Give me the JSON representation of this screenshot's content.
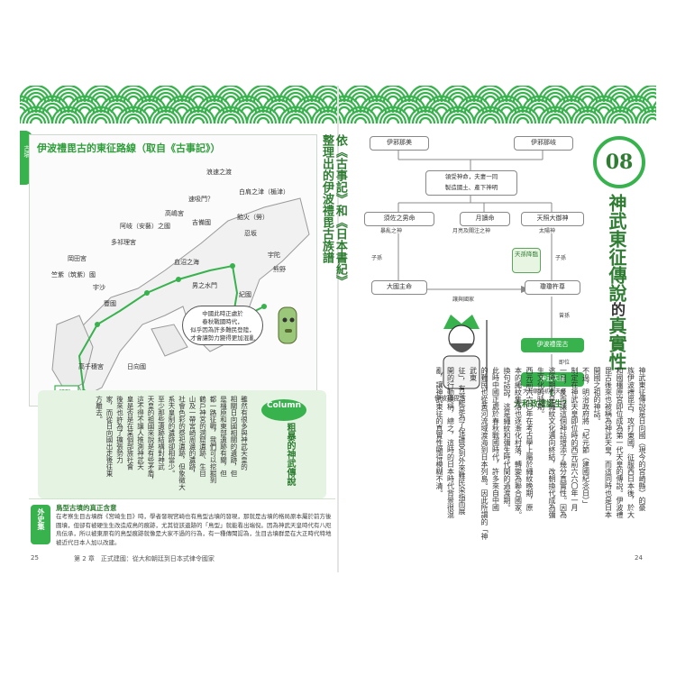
{
  "left_page": {
    "chapter_tab": "古墳",
    "map": {
      "title": "伊波禮毘古的東征路線（取自《古事記》）",
      "labels": [
        {
          "id": "naniwa",
          "text": "浪速之渡"
        },
        {
          "id": "shirakata",
          "text": "白肩之津（楯津）"
        },
        {
          "id": "kusaka",
          "text": "速吸門？"
        },
        {
          "id": "takashima",
          "text": "高嶋宮"
        },
        {
          "id": "kibi",
          "text": "吉備國"
        },
        {
          "id": "aki",
          "text": "阿岐（安藝）之國"
        },
        {
          "id": "ikoma",
          "text": "飴火（勞）"
        },
        {
          "id": "oshisaka",
          "text": "忍坂"
        },
        {
          "id": "taketo",
          "text": "多祁理宮"
        },
        {
          "id": "uda",
          "text": "宇陀"
        },
        {
          "id": "okada",
          "text": "岡田宮"
        },
        {
          "id": "chinu",
          "text": "血沼之海"
        },
        {
          "id": "kumano",
          "text": "熊野"
        },
        {
          "id": "tsukushi",
          "text": "竺紫（筑紫）國"
        },
        {
          "id": "usa",
          "text": "宇沙"
        },
        {
          "id": "toyo",
          "text": "豐國"
        },
        {
          "id": "womi",
          "text": "男之水門"
        },
        {
          "id": "kii",
          "text": "紀國"
        },
        {
          "id": "start",
          "text": "起點"
        },
        {
          "id": "takachiho",
          "text": "高千穗宮"
        },
        {
          "id": "himuka",
          "text": "日向國"
        }
      ],
      "bubble": [
        "中國此時正處於",
        "春秋戰國時代，",
        "似乎因為許多難民登陸，",
        "才會讓勢力變得更加混亂"
      ]
    },
    "side_heading": [
      "依《古事記》和《日本書紀》",
      "整理出的伊波禮毘古族譜"
    ],
    "column": {
      "badge": "Column",
      "title": "粗暴的神武傳說",
      "columns": [
        "雖然有很多與神武天皇的",
        "相關日向國相關的遺跡，但",
        "是橿原和東部遺跡有關，但",
        "都一路征戰，我們可以挖掘到",
        "鶴戶神宮的洞窟遺跡、生目",
        "山及一帶宮崎周邊的遺跡，",
        "社會色彩的祭祀遺跡，但象徵大",
        "系天皇制的遺跡卻相當少。",
        "至少那些遺跡結構對神武",
        "天皇的祖國來說是有些矛盾，",
        "這不得不讓人推測神武天",
        "皇是否是在某個部族社會",
        "後來也許為了擴張勢力",
        "家，而從日向國出走後往東",
        "方離去。"
      ]
    },
    "history": {
      "tab": "外史集",
      "title": "鳥型古墳的真正含意",
      "body": "在考察生目古墳群《宮崎生目》時，學者發現宮崎也有鳥型古墳的發現，那就是古墳的格局原本屬於前方後圓墳，但卻有被硬生生改造成鳥的痕跡，尤其從該遺跡的「鳥型」就能看出端倪。因為神武天皇時代有八咫烏伝承，所以被東原有的鳥型痕跡就像是大家不過的行為，有一種傳聞認為，生目古墳群是在大正時代特地被近代日本人加以改建。"
    },
    "footer": {
      "page": "25",
      "chapter": "第 2 章　正式建國：從大和朝廷到日本式律令國家"
    }
  },
  "right_page": {
    "number": "08",
    "title_parts": [
      "神武東征傳說",
      "的",
      "真實性"
    ],
    "tree": {
      "izanagi": "伊邪那岐",
      "izanami": "伊邪那美",
      "union": [
        "領受神命，夫妻一同",
        "製造國土、產下神明"
      ],
      "susanoo": "須佐之男命",
      "susanoo_sub": "暴亂之神",
      "tsukuyomi": "月讀命",
      "tsukuyomi_sub": "月亮及關注之神",
      "amaterasu": "天照大御神",
      "amaterasu_sub": "太陽神",
      "descend": "天孫降臨",
      "child1": "子孫",
      "child2": "子孫",
      "okuninushi": "大國主命",
      "ninigi": "瓊瓊杵尊",
      "transfer": "讓與國家",
      "descendants": "曾孫",
      "iware": "伊波禮毘古",
      "position": "即位",
      "jimmu": "神武天皇",
      "jimmu_sub": "大和朝廷初代天皇",
      "question": "大和政權誕生？",
      "figure_caption": "伊波禮毘古"
    },
    "body_columns": [
      "神武東征傳說是日向國（現今的宮崎縣）的豪",
      "族伊波禮毘古，攻打東國，征服西日本後，於大",
      "和國橿原宮即位成為第一代天皇的傳說。伊波禮",
      "毘古後來也被稱為神武天皇，而這同時也是日本",
      "開國之祖的神話。",
      "不過，明治政府將「紀元節（建國紀念日）」",
      "制定在神武天皇即位時的西元前六六〇年一月",
      "一日，反而讓這個神話增添了幾分真實性。因為",
      "這時期也是繩紋文化邁向終結，改朝換代成為彌",
      "生文化的時期。",
      "西元前六六〇年在考古學上屬於繩紋晚期，原",
      "本的繩紋集落也逐漸化村落，轉變為聯合國家。",
      "換句話說，這是繩紋和彌生時代間的過渡期。",
      "此時中國正處於春秋戰國時代，許多來自中國",
      "的難民也從黃河流域渡海到日本列島。因此所謂的「神武東",
      "征」，有可能是為了保護受到外來難民染指而展",
      "開的行動總稱，總之，這時的日本時代背景很混",
      "亂，讓神武東征的真實性顯得模糊不清。"
    ],
    "footer": {
      "page": "24"
    }
  }
}
